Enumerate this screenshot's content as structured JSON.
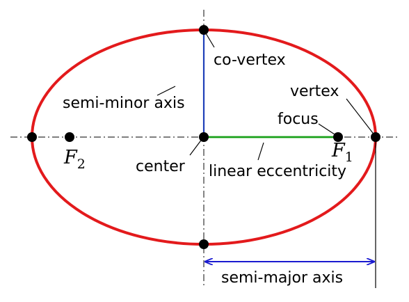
{
  "labels": {
    "co_vertex": "co-vertex",
    "semi_minor_axis": "semi-minor axis",
    "vertex": "vertex",
    "focus": "focus",
    "center": "center",
    "linear_eccentricity": "linear eccentricity",
    "semi_major_axis": "semi-major axis"
  },
  "foci": {
    "f1_letter": "F",
    "f1_subscript": "1",
    "f2_letter": "F",
    "f2_subscript": "2"
  },
  "colors": {
    "ellipse": "#e31a1c",
    "semi_minor": "#1f3fb8",
    "linear_eccentricity": "#18a018",
    "semi_major_arrow": "#1a1ad0",
    "points": "#000000",
    "axes": "#333333"
  }
}
